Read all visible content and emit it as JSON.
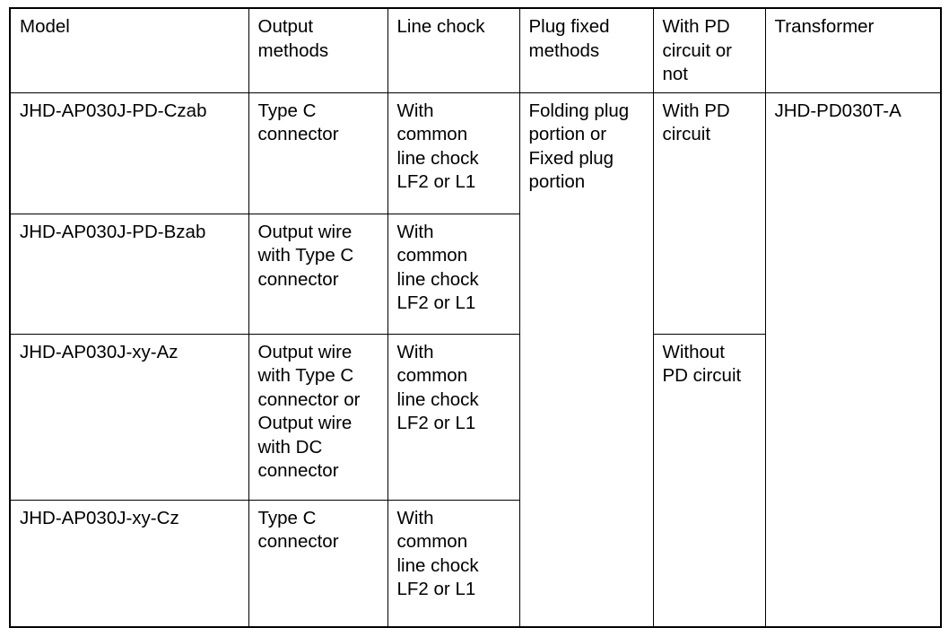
{
  "table": {
    "columns": [
      {
        "key": "model",
        "label": "Model"
      },
      {
        "key": "output",
        "label": "Output\nmethods"
      },
      {
        "key": "chock",
        "label": "Line chock"
      },
      {
        "key": "plug",
        "label": "Plug fixed\nmethods"
      },
      {
        "key": "pd",
        "label": "With PD\ncircuit or\nnot"
      },
      {
        "key": "transformer",
        "label": "Transformer"
      }
    ],
    "rows": [
      {
        "model": "JHD-AP030J-PD-Czab",
        "output": "Type C\nconnector",
        "chock": "With\ncommon\nline chock\nLF2 or L1",
        "plug": "Folding plug\nportion or\nFixed plug\nportion",
        "pd": "With PD\ncircuit",
        "transformer": "JHD-PD030T-A"
      },
      {
        "model": "JHD-AP030J-PD-Bzab",
        "output": "Output wire\nwith Type C\nconnector",
        "chock": "With\ncommon\nline chock\nLF2 or L1"
      },
      {
        "model": "JHD-AP030J-xy-Az",
        "output": "Output wire\nwith Type C\nconnector or\nOutput wire\nwith DC\nconnector",
        "chock": "With\ncommon\nline chock\nLF2 or L1",
        "pd": "Without\nPD circuit"
      },
      {
        "model": "JHD-AP030J-xy-Cz",
        "output": "Type C\nconnector",
        "chock": "With\ncommon\nline chock\nLF2 or L1"
      }
    ]
  },
  "colors": {
    "border": "#000000",
    "text": "#000000",
    "background": "#ffffff"
  }
}
